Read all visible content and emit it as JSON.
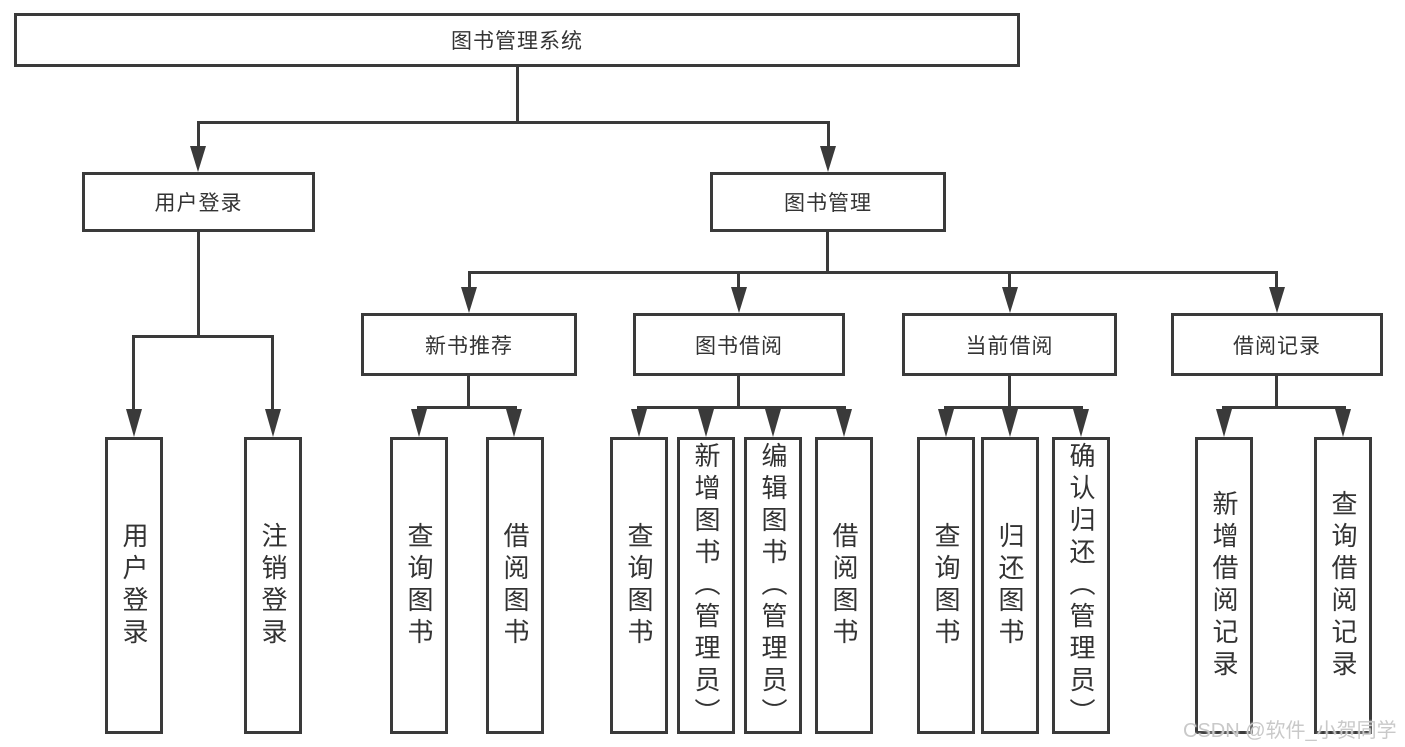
{
  "tree": {
    "root": "图书管理系统",
    "userLogin": {
      "label": "用户登录",
      "leaves": [
        "用户登录",
        "注销登录"
      ]
    },
    "bookMgmt": {
      "label": "图书管理",
      "children": [
        {
          "label": "新书推荐",
          "leaves": [
            "查询图书",
            "借阅图书"
          ]
        },
        {
          "label": "图书借阅",
          "leaves": [
            "查询图书",
            "新增图书（管理员）",
            "编辑图书（管理员）",
            "借阅图书"
          ]
        },
        {
          "label": "当前借阅",
          "leaves": [
            "查询图书",
            "归还图书",
            "确认归还（管理员）"
          ]
        },
        {
          "label": "借阅记录",
          "leaves": [
            "新增借阅记录",
            "查询借阅记录"
          ]
        }
      ]
    }
  },
  "watermark": "CSDN @软件_小贺同学",
  "colors": {
    "line": "#3a3a3a",
    "text": "#333333",
    "watermark": "#c9c9c9",
    "background": "#ffffff"
  }
}
